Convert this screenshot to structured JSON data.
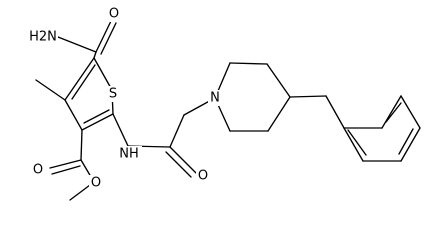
{
  "structure": {
    "atom_labels": {
      "amide_nh2": "H2N",
      "amide_oxygen": "O",
      "thiophene_sulfur": "S",
      "amide_nh": "NH",
      "acetamide_oxygen": "O",
      "piperidine_nitrogen": "N",
      "ester_carbonyl_oxygen": "O",
      "ester_ether_oxygen": "O"
    }
  }
}
